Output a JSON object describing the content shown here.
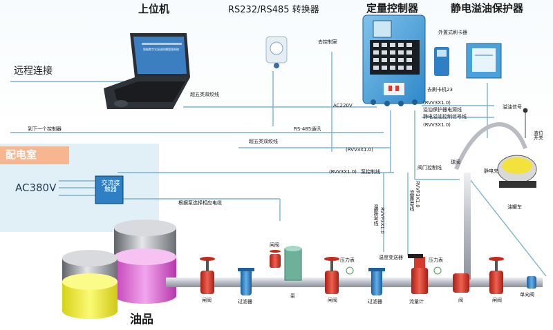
{
  "titles": {
    "upper_computer": "上位机",
    "converter": "RS232/RS485 转换器",
    "controller": "定量控制器",
    "static_protector": "静电溢油保护器"
  },
  "labels": {
    "remote": "远程连接",
    "power_room": "配电室",
    "ac380": "AC380V",
    "contactor": "交流接触器",
    "oil": "油品",
    "to_next": "到下一个控制器",
    "cat5_1": "超五类双绞线",
    "cat5_2": "超五类双绞线",
    "rs485": "RS-485通讯",
    "ac220": "AC220V",
    "to_control_room": "去控制室",
    "external_card_reader": "外置式刷卡器",
    "to_card_reader": "去刷卡机23",
    "rvv_1": "(RVV3X1.0)",
    "rvv_2": "(RVV3X1.0)",
    "rvv_3": "(RVV3X1.0)",
    "rvv_4": "(RVV3X1.0)",
    "pump_control_line": "泵控制线",
    "protector_power_line": "溢油保护器电源线",
    "static_control_signal": "静电溢油控制信号线",
    "valve_control_line": "阀门控制线",
    "select_cable": "根据泵选择相应电缆",
    "overflow_signal": "溢油信号",
    "level_switch": "液位开关",
    "ball_valve": "球阀",
    "static_clip": "静电夹",
    "tanker": "油罐车",
    "temp_signal": "温度信号线",
    "flow_signal": "流量信号线",
    "rvvp1": "RVVP3X1.0",
    "rvvp2": "RVVP3X1.0",
    "pressure_gauge_1": "压力表",
    "pressure_gauge_2": "压力表",
    "temp_transmitter": "温度变送器",
    "gate_valve_top": "闸阀",
    "gate_valve_1": "闸阀",
    "filter_1": "过滤器",
    "pump": "泵",
    "gate_valve_2": "闸阀",
    "filter_2": "过滤器",
    "flowmeter": "流量计",
    "valve": "阀",
    "gate_valve_3": "闸阀",
    "check_valve": "单向阀",
    "laptop_screen_title": "智能数字式溢油防爆管理系统"
  },
  "colors": {
    "line": "#6fa9c9",
    "power_room_bg": "#dbeef9",
    "accent_red": "#d63a2c",
    "accent_blue": "#2f7fc4",
    "pipe": "#c9ccd2"
  }
}
